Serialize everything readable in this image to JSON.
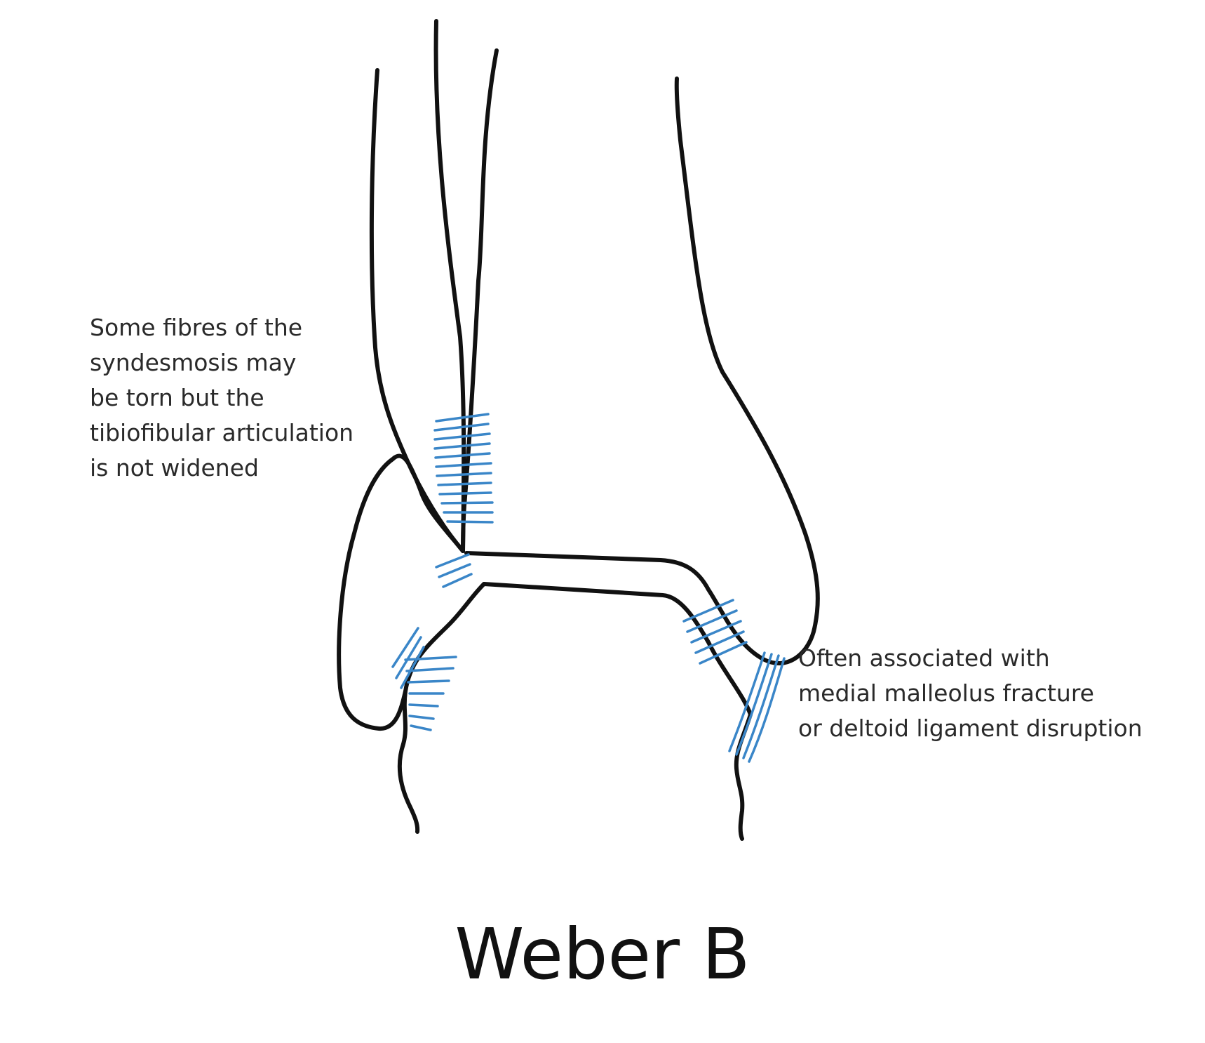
{
  "diagram": {
    "title": "Weber B",
    "colors": {
      "bone_outline": "#111111",
      "ligament": "#3a86c8",
      "text": "#2a2a2a"
    },
    "annotations": {
      "syndesmosis": {
        "lines": [
          "Some fibres of the",
          "syndesmosis may",
          "be torn but the",
          "tibiofibular articulation",
          "is not widened"
        ]
      },
      "medial": {
        "lines": [
          "Often associated with",
          "medial malleolus fracture",
          "or deltoid ligament disruption"
        ]
      }
    }
  }
}
